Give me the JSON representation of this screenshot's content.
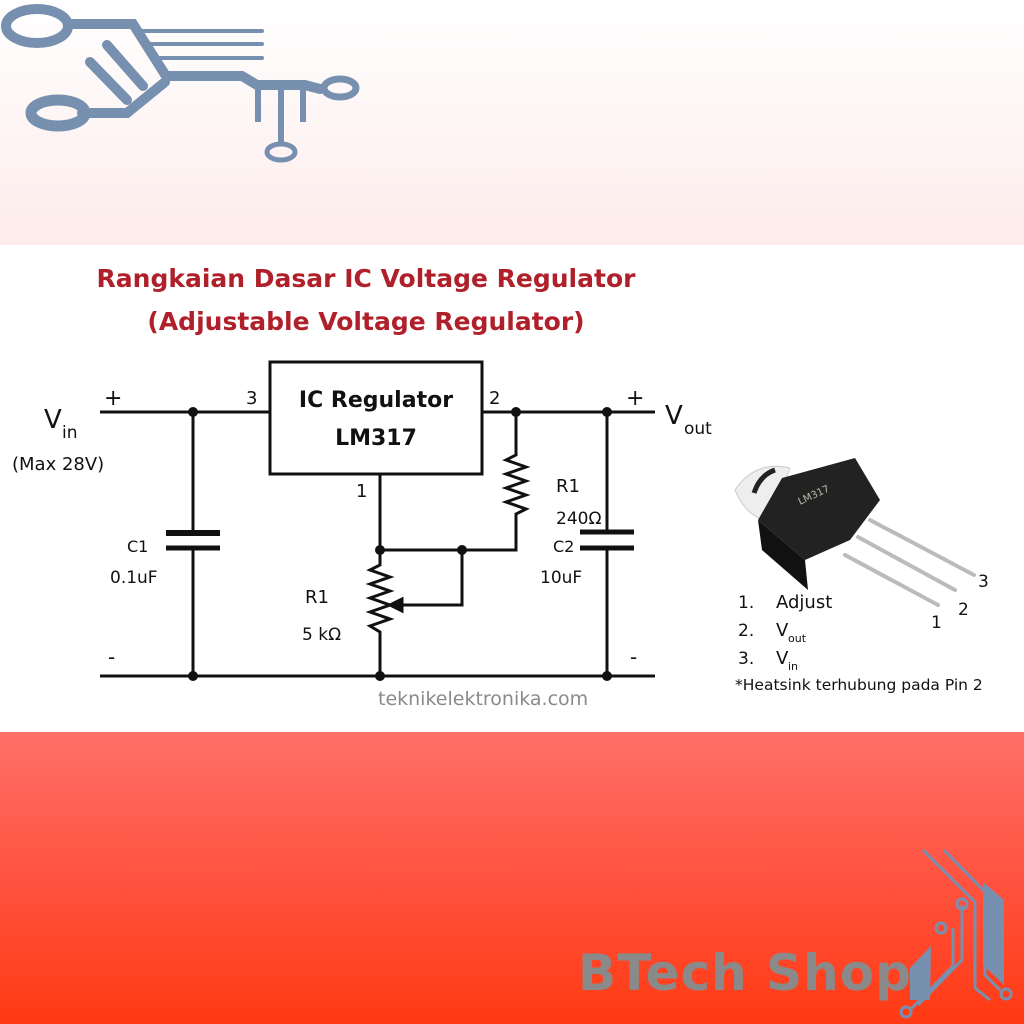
{
  "title": {
    "line1": "Rangkaian Dasar IC Voltage Regulator",
    "line2": "(Adjustable Voltage Regulator)"
  },
  "circuit": {
    "ic_label": "IC Regulator",
    "ic_part": "LM317",
    "pin3": "3",
    "pin2": "2",
    "pin1": "1",
    "vin": "V",
    "vin_sub": "in",
    "vin_max": "(Max 28V)",
    "vout": "V",
    "vout_sub": "out",
    "plus": "+",
    "minus": "-",
    "c1_name": "C1",
    "c1_value": "0.1uF",
    "c2_name": "C2",
    "c2_value": "10uF",
    "r1_name": "R1",
    "r1_value": "240Ω",
    "pot_name": "R1",
    "pot_value": "5 kΩ",
    "watermark": "teknikelektronika.com"
  },
  "pinout": {
    "items": [
      {
        "num": "1.",
        "label": "Adjust",
        "sub": ""
      },
      {
        "num": "2.",
        "label": "V",
        "sub": "out"
      },
      {
        "num": "3.",
        "label": "V",
        "sub": "in"
      }
    ],
    "note": "*Heatsink terhubung pada Pin 2",
    "leg_labels": [
      "1",
      "2",
      "3"
    ],
    "chip_marking": "LM317"
  },
  "brand": {
    "name": "BTech Shop"
  },
  "colors": {
    "title": "#b0202a",
    "logo": "#7890b0",
    "band": "#ff4a2a"
  }
}
